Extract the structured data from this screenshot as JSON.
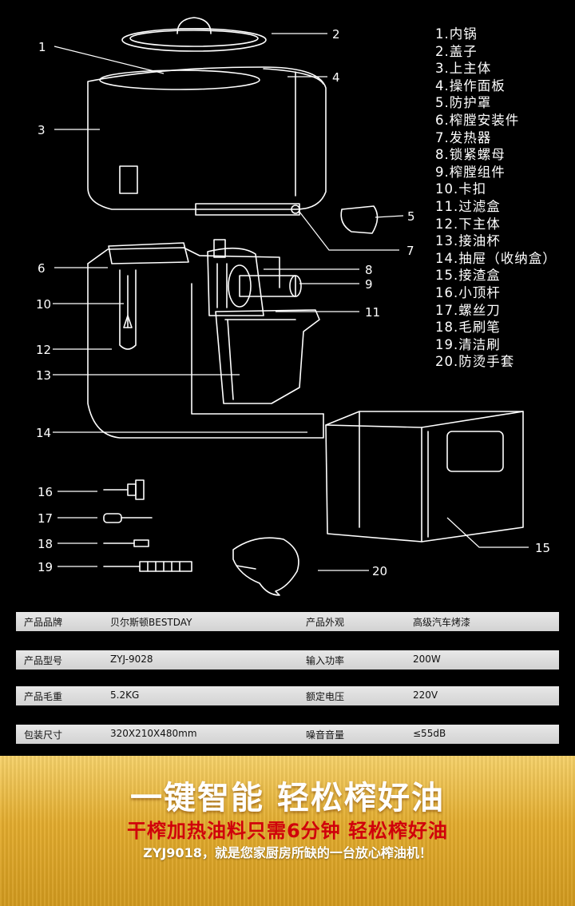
{
  "callouts": [
    "1",
    "2",
    "3",
    "4",
    "5",
    "6",
    "7",
    "8",
    "9",
    "10",
    "11",
    "12",
    "13",
    "14",
    "15",
    "16",
    "17",
    "18",
    "19",
    "20"
  ],
  "parts": [
    "1.内锅",
    "2.盖子",
    "3.上主体",
    "4.操作面板",
    "5.防护罩",
    "6.榨膛安装件",
    "7.发热器",
    "8.锁紧螺母",
    "9.榨膛组件",
    "10.卡扣",
    "11.过滤盒",
    "12.下主体",
    "13.接油杯",
    "14.抽屉（收纳盒）",
    "15.接渣盒",
    "16.小顶杆",
    "17.螺丝刀",
    "18.毛刷笔",
    "19.清洁刷",
    "20.防烫手套"
  ],
  "specs": [
    {
      "label1": "产品品牌",
      "value1": "贝尔斯顿BESTDAY",
      "label2": "产品外观",
      "value2": "高级汽车烤漆"
    },
    {
      "label1": "产品型号",
      "value1": "ZYJ-9028",
      "label2": "输入功率",
      "value2": "200W"
    },
    {
      "label1": "产品毛重",
      "value1": "5.2KG",
      "label2": "额定电压",
      "value2": "220V"
    },
    {
      "label1": "包装尺寸",
      "value1": "320X210X480mm",
      "label2": "噪音音量",
      "value2": "≤55dB"
    }
  ],
  "banner": {
    "headline": "一键智能 轻松榨好油",
    "subheadline": "干榨加热油料只需6分钟 轻松榨好油",
    "tagline": "ZYJ9018，就是您家厨房所缺的一台放心榨油机！"
  }
}
